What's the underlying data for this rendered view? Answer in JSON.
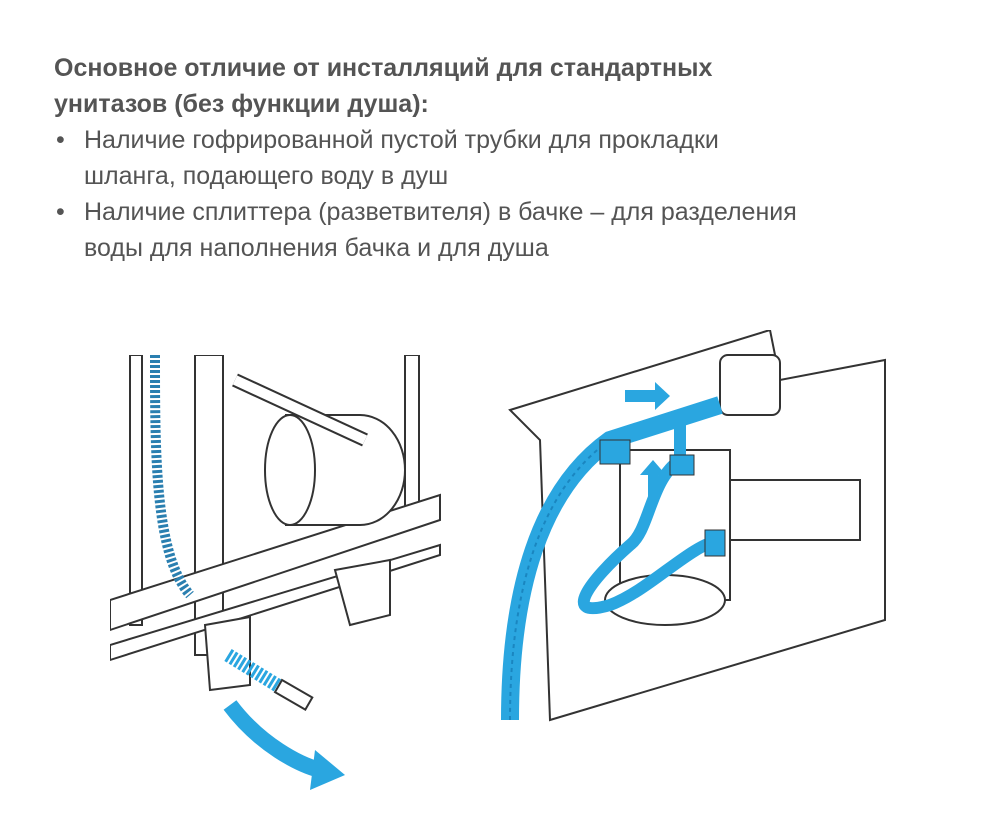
{
  "heading": {
    "line1": "Основное отличие от инсталляций для стандартных",
    "line2": "унитазов (без функции душа):"
  },
  "bullets": [
    {
      "line1": "Наличие гофрированной пустой трубки для прокладки",
      "line2": "шланга, подающего воду в душ"
    },
    {
      "line1": "Наличие сплиттера (разветвителя) в бачке – для разделения",
      "line2": "воды для наполнения бачка и для душа"
    }
  ],
  "bullet_symbol": "•",
  "colors": {
    "text": "#545454",
    "accent": "#2aa6e0",
    "line": "#333333"
  }
}
